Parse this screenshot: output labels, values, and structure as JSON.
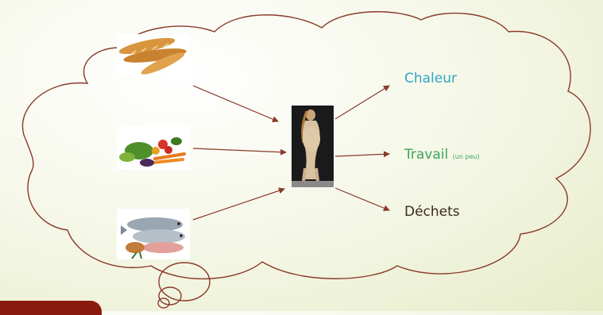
{
  "colors": {
    "outline": "#8a3a2a",
    "arrow": "#8a3a2a",
    "chaleur": "#2ba7c4",
    "travail": "#3aa65a",
    "dechets": "#3a2a1a",
    "accent_tab": "#8b1a0e"
  },
  "inputs": [
    {
      "icon": "baguette-bread-icon"
    },
    {
      "icon": "vegetables-icon"
    },
    {
      "icon": "fish-seafood-icon"
    }
  ],
  "center": {
    "icon": "venus-painting-icon"
  },
  "outputs": {
    "chaleur": "Chaleur",
    "travail": "Travail",
    "travail_note": "(un peu)",
    "dechets": "Déchets"
  }
}
